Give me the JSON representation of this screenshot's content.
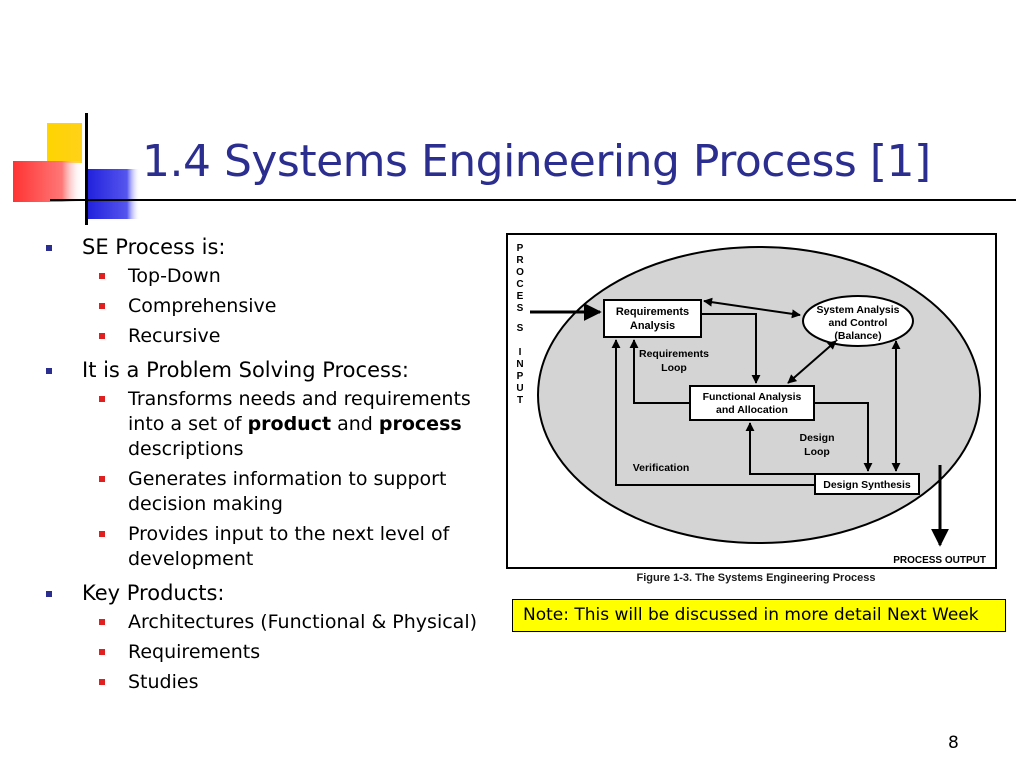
{
  "slide": {
    "title": "1.4 Systems Engineering Process [1]",
    "page_number": "8",
    "bullets": [
      {
        "text": "SE Process is:",
        "sub": [
          {
            "text": "Top-Down"
          },
          {
            "text": "Comprehensive"
          },
          {
            "text": "Recursive"
          }
        ]
      },
      {
        "text": "It is a Problem Solving Process:",
        "sub": [
          {
            "pre": "Transforms needs and requirements into a set of ",
            "bold1": "product",
            "mid": " and ",
            "bold2": "process",
            "post": " descriptions"
          },
          {
            "text": "Generates information to support decision making"
          },
          {
            "text": "Provides input to the next level of development"
          }
        ]
      },
      {
        "text": "Key Products:",
        "sub": [
          {
            "text": "Architectures (Functional & Physical)"
          },
          {
            "text": "Requirements"
          },
          {
            "text": "Studies"
          }
        ]
      }
    ],
    "note": "Note: This will be discussed in more detail Next Week"
  },
  "figure": {
    "caption": "Figure 1-3. The Systems Engineering Process",
    "process_input": [
      "P",
      "R",
      "O",
      "C",
      "E",
      "S",
      "S",
      "",
      "I",
      "N",
      "P",
      "U",
      "T"
    ],
    "process_output": "PROCESS OUTPUT",
    "boxes": {
      "requirements_analysis": [
        "Requirements",
        "Analysis"
      ],
      "system_analysis": [
        "System Analysis",
        "and Control",
        "(Balance)"
      ],
      "functional_analysis": [
        "Functional Analysis",
        "and Allocation"
      ],
      "design_synthesis": [
        "Design Synthesis"
      ]
    },
    "loops": {
      "requirements_loop": [
        "Requirements",
        "Loop"
      ],
      "design_loop": [
        "Design",
        "Loop"
      ],
      "verification": "Verification"
    },
    "colors": {
      "ellipse_fill": "#d4d4d4",
      "box_fill": "#ffffff",
      "stroke": "#000000"
    }
  },
  "theme": {
    "title_color": "#2b2e8f",
    "bullet_l1_color": "#2b2e8f",
    "bullet_l2_color": "#e02020",
    "note_bg": "#ffff00"
  }
}
